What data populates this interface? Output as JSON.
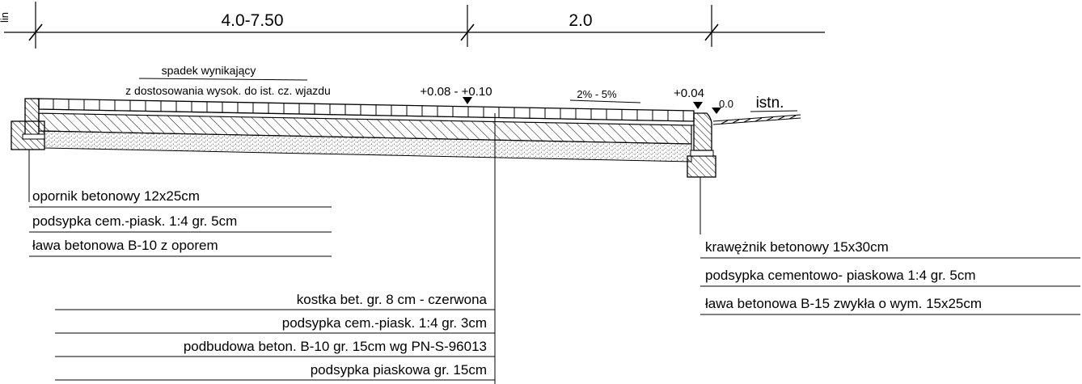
{
  "corner_label": "lin",
  "dimensions": {
    "left_span": "4.0-7.50",
    "right_span": "2.0"
  },
  "slope_note": {
    "line1": "spadek wynikający",
    "line2": "z dostosowania wysok. do ist. cz. wjazdu"
  },
  "elevations": {
    "mid": "+0.08 - +0.10",
    "curb": "+0.04",
    "zero": "0.0",
    "existing": "istn."
  },
  "slope_right": "2% - 5%",
  "legend_left": [
    "opornik betonowy 12x25cm",
    "podsypka cem.-piask.  1:4 gr. 5cm",
    "ława betonowa B-10 z oporem"
  ],
  "legend_center": [
    "kostka bet. gr. 8 cm - czerwona",
    "podsypka cem.-piask.  1:4 gr. 3cm",
    "podbudowa beton. B-10 gr. 15cm wg PN-S-96013",
    "podsypka piaskowa gr. 15cm"
  ],
  "legend_right": [
    "krawężnik betonowy 15x30cm",
    "podsypka cementowo- piaskowa 1:4 gr. 5cm",
    "ława betonowa B-15 zwykła o wym. 15x25cm"
  ]
}
